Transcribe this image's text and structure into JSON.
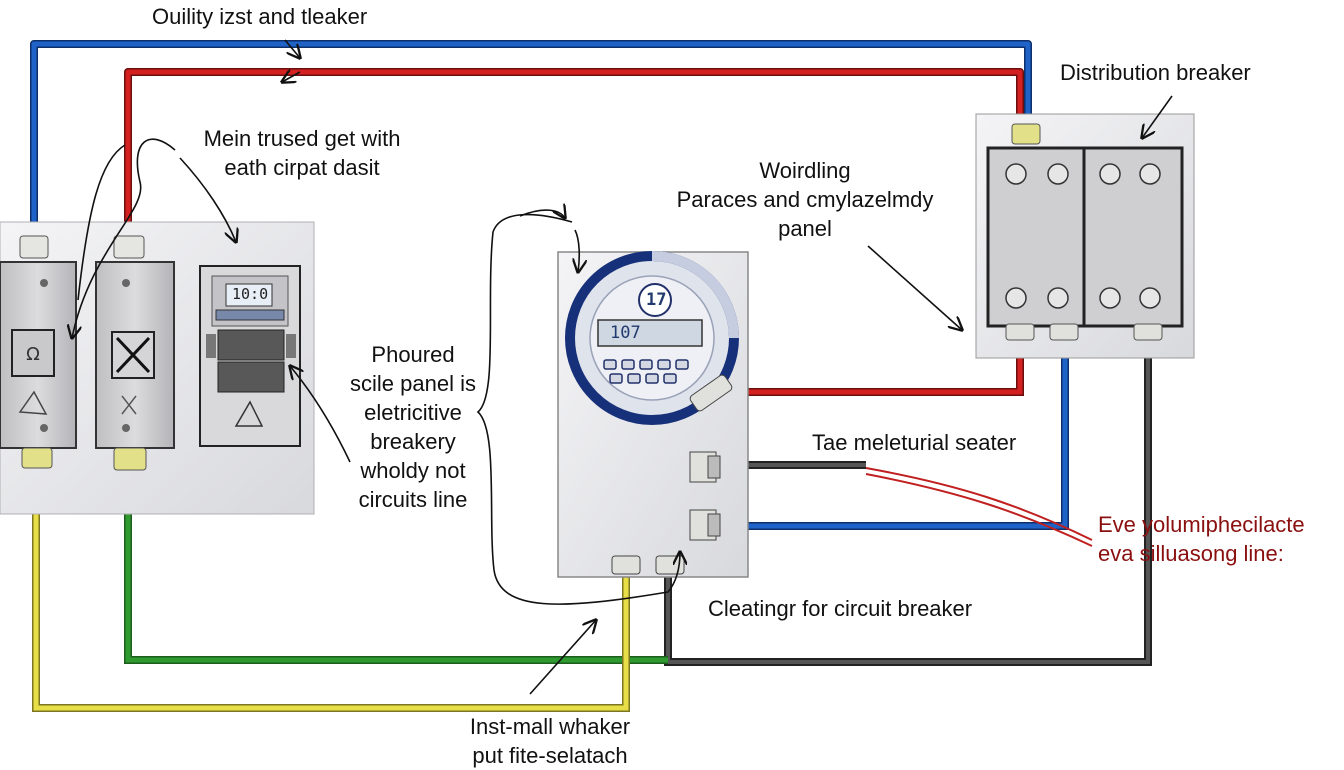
{
  "labels": {
    "utility_top": "Ouility izst and tleaker",
    "distribution_breaker": "Distribution breaker",
    "main_fused_line1": "Mein trused get with",
    "main_fused_line2": "eath cirpat dasit",
    "wiring_title_line1": "Woirdling",
    "wiring_title_line2": "Paraces and cmylazelmdy",
    "wiring_title_line3": "panel",
    "phoured_line1": "Phoured",
    "phoured_line2": "scile panel is",
    "phoured_line3": "eletricitive",
    "phoured_line4": "breakery",
    "phoured_line5": "wholdy not",
    "phoured_line6": "circuits line",
    "material_heater": "Tae meleturial seater",
    "every_line1": "Eve yolumiphecilacte",
    "every_line2": "eva silluasong line:",
    "clearing_breaker": "Cleatingr for circuit breaker",
    "install_line1": "Inst-mall whaker",
    "install_line2": "put fite-selatach"
  },
  "meter": {
    "dial_text": "17",
    "lcd_text": "107"
  },
  "panel_display": {
    "lcd_text": "10:0"
  },
  "colors": {
    "wire_blue": "#1f63c8",
    "wire_red": "#d42020",
    "wire_yellow": "#e8df48",
    "wire_green": "#2f9a2f",
    "wire_dark": "#3a3a3a",
    "meter_ring": "#17307a",
    "label_red": "#8a1010"
  },
  "icons": {
    "breaker_box_icon": "square-outline",
    "breaker_x_icon": "x-mark",
    "warning_icon": "triangle",
    "meter_icon": "round-meter"
  }
}
